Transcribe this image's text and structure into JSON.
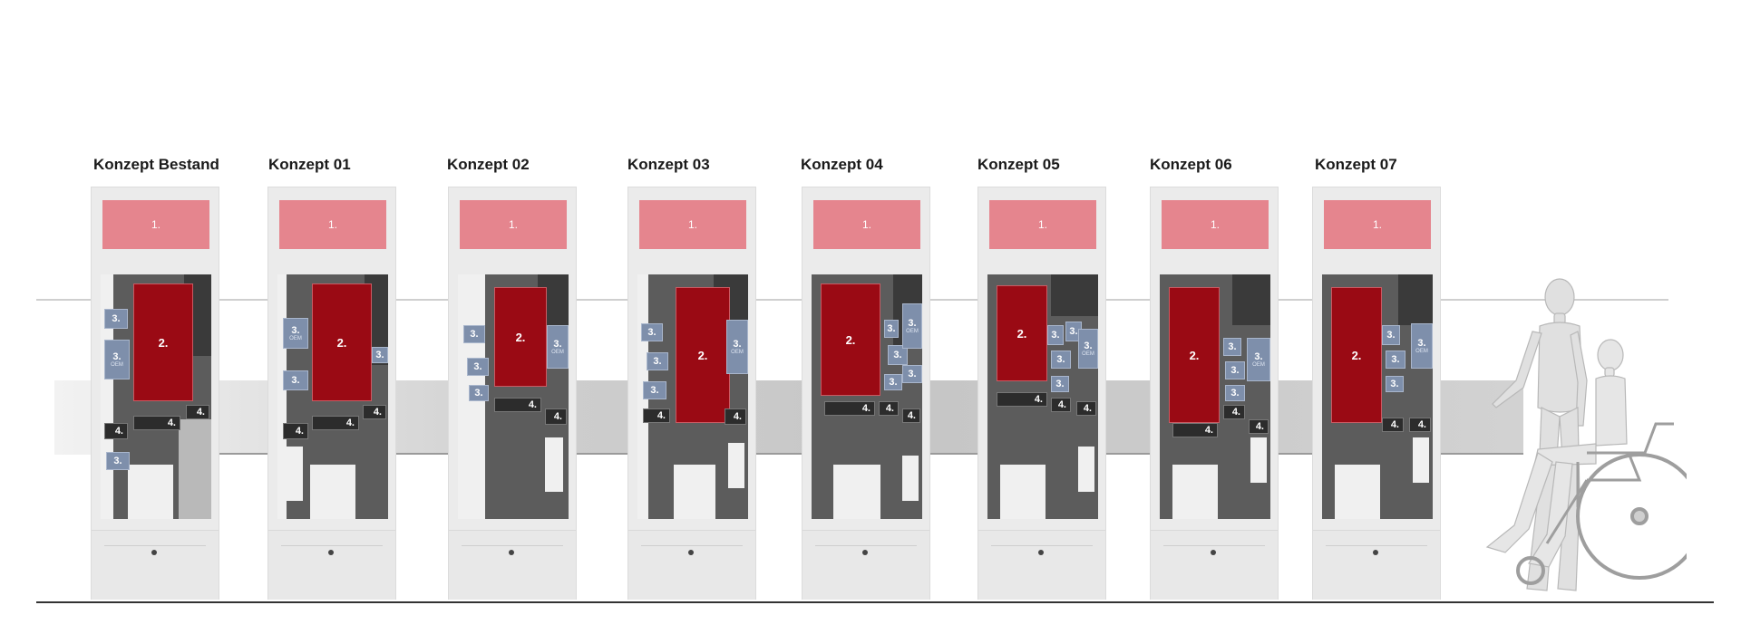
{
  "concepts": [
    {
      "title": "Konzept Bestand",
      "top_label": "1.",
      "main_label": "2.",
      "box3": "3.",
      "oem": "OEM",
      "box4": "4."
    },
    {
      "title": "Konzept 01",
      "top_label": "1.",
      "main_label": "2.",
      "box3": "3.",
      "oem": "OEM",
      "box4": "4."
    },
    {
      "title": "Konzept 02",
      "top_label": "1.",
      "main_label": "2.",
      "box3": "3.",
      "oem": "OEM",
      "box4": "4."
    },
    {
      "title": "Konzept 03",
      "top_label": "1.",
      "main_label": "2.",
      "box3": "3.",
      "oem": "OEM",
      "box4": "4."
    },
    {
      "title": "Konzept 04",
      "top_label": "1.",
      "main_label": "2.",
      "box3": "3.",
      "oem": "OEM",
      "box4": "4."
    },
    {
      "title": "Konzept 05",
      "top_label": "1.",
      "main_label": "2.",
      "box3": "3.",
      "oem": "OEM",
      "box4": "4."
    },
    {
      "title": "Konzept 06",
      "top_label": "1.",
      "main_label": "2.",
      "box3": "3.",
      "oem": "OEM",
      "box4": "4."
    },
    {
      "title": "Konzept 07",
      "top_label": "1.",
      "main_label": "2.",
      "box3": "3.",
      "oem": "OEM",
      "box4": "4."
    }
  ],
  "colors": {
    "top_screen": "#e5858e",
    "main_screen": "#9a0a14",
    "component_box": "#7e8fab",
    "housing": "#ebebeb"
  },
  "figures": [
    "standing-mannequin",
    "wheelchair-mannequin"
  ]
}
